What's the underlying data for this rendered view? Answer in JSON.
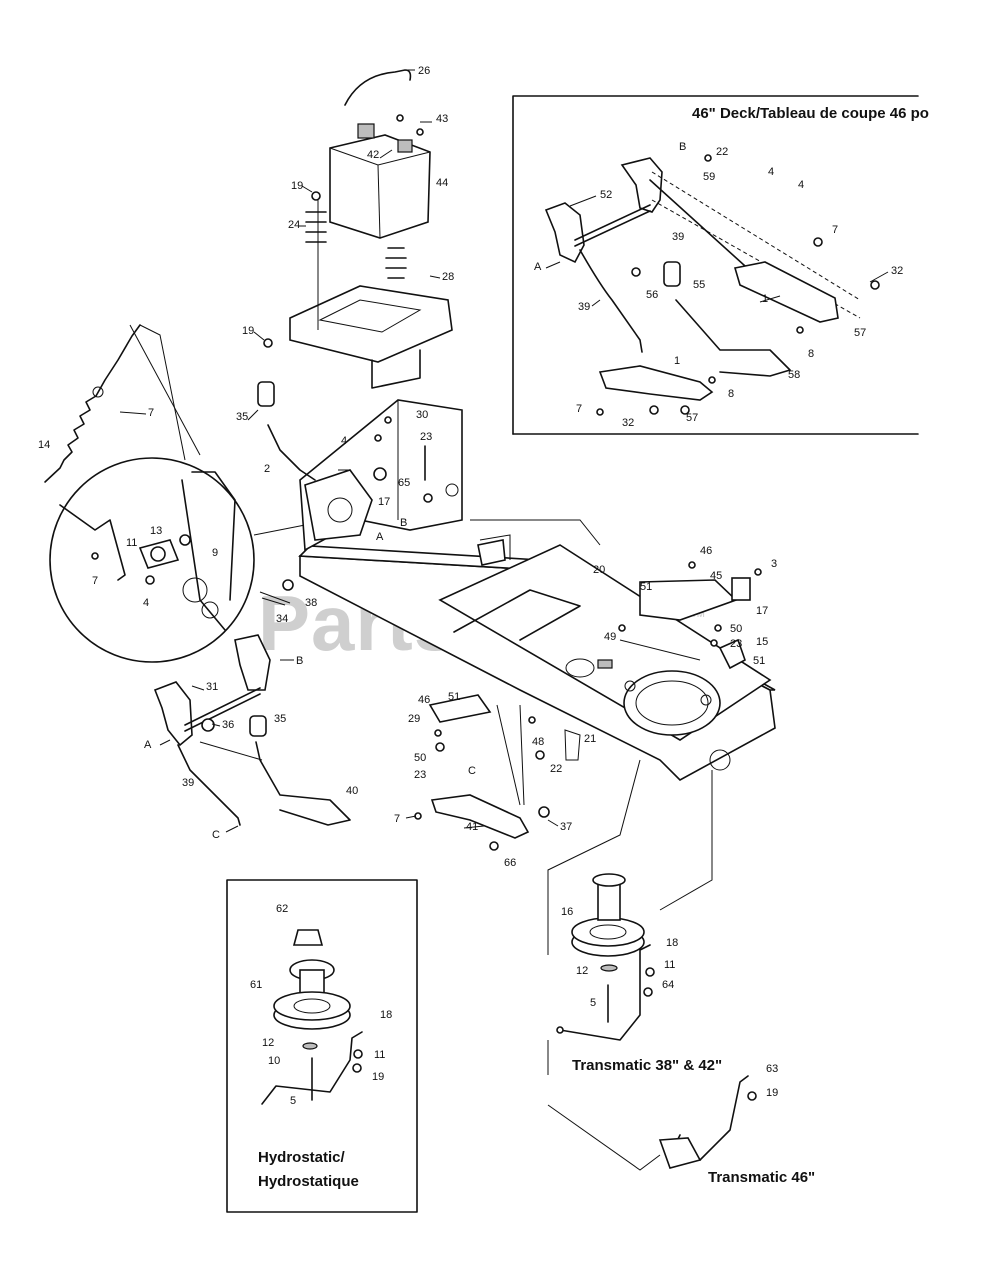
{
  "watermark": {
    "text": "PartsTree",
    "tm": "™"
  },
  "boxes": {
    "deck46": {
      "title": "46\" Deck/Tableau de coupe 46 po"
    },
    "hydrostatic": {
      "line1": "Hydrostatic/",
      "line2": "Hydrostatique"
    },
    "transmatic3842": {
      "title": "Transmatic 38\" & 42\""
    },
    "transmatic46": {
      "title": "Transmatic 46\""
    }
  },
  "callouts": [
    {
      "id": "c26",
      "text": "26"
    },
    {
      "id": "c43",
      "text": "43"
    },
    {
      "id": "c42",
      "text": "42"
    },
    {
      "id": "c44",
      "text": "44"
    },
    {
      "id": "c19a",
      "text": "19"
    },
    {
      "id": "c24",
      "text": "24"
    },
    {
      "id": "c28",
      "text": "28"
    },
    {
      "id": "c19b",
      "text": "19"
    },
    {
      "id": "c7a",
      "text": "7"
    },
    {
      "id": "c14",
      "text": "14"
    },
    {
      "id": "c35a",
      "text": "35"
    },
    {
      "id": "c30",
      "text": "30"
    },
    {
      "id": "c4a",
      "text": "4"
    },
    {
      "id": "c23a",
      "text": "23"
    },
    {
      "id": "c2",
      "text": "2"
    },
    {
      "id": "c17a",
      "text": "17"
    },
    {
      "id": "c65",
      "text": "65"
    },
    {
      "id": "cBa",
      "text": "B"
    },
    {
      "id": "cAa",
      "text": "A"
    },
    {
      "id": "c13",
      "text": "13"
    },
    {
      "id": "c11a",
      "text": "11"
    },
    {
      "id": "c9",
      "text": "9"
    },
    {
      "id": "c7b",
      "text": "7"
    },
    {
      "id": "c4b",
      "text": "4"
    },
    {
      "id": "c34",
      "text": "34"
    },
    {
      "id": "c38",
      "text": "38"
    },
    {
      "id": "c20",
      "text": "20"
    },
    {
      "id": "c46a",
      "text": "46"
    },
    {
      "id": "c3",
      "text": "3"
    },
    {
      "id": "c51a",
      "text": "51"
    },
    {
      "id": "c45",
      "text": "45"
    },
    {
      "id": "c17b",
      "text": "17"
    },
    {
      "id": "c49",
      "text": "49"
    },
    {
      "id": "c50a",
      "text": "50"
    },
    {
      "id": "c23b",
      "text": "23"
    },
    {
      "id": "c15",
      "text": "15"
    },
    {
      "id": "c51b",
      "text": "51"
    },
    {
      "id": "cBb",
      "text": "B"
    },
    {
      "id": "c31",
      "text": "31"
    },
    {
      "id": "c36",
      "text": "36"
    },
    {
      "id": "c35b",
      "text": "35"
    },
    {
      "id": "cAb",
      "text": "A"
    },
    {
      "id": "c46b",
      "text": "46"
    },
    {
      "id": "c51c",
      "text": "51"
    },
    {
      "id": "c29",
      "text": "29"
    },
    {
      "id": "c50b",
      "text": "50"
    },
    {
      "id": "c23c",
      "text": "23"
    },
    {
      "id": "c48",
      "text": "48"
    },
    {
      "id": "c22a",
      "text": "22"
    },
    {
      "id": "c21",
      "text": "21"
    },
    {
      "id": "c39a",
      "text": "39"
    },
    {
      "id": "c40",
      "text": "40"
    },
    {
      "id": "cC",
      "text": "C"
    },
    {
      "id": "cCb",
      "text": "C"
    },
    {
      "id": "c7c",
      "text": "7"
    },
    {
      "id": "c41",
      "text": "41"
    },
    {
      "id": "c37",
      "text": "37"
    },
    {
      "id": "c66",
      "text": "66"
    },
    {
      "id": "dB",
      "text": "B"
    },
    {
      "id": "d22",
      "text": "22"
    },
    {
      "id": "d4a",
      "text": "4"
    },
    {
      "id": "d59",
      "text": "59"
    },
    {
      "id": "d4b",
      "text": "4"
    },
    {
      "id": "d52",
      "text": "52"
    },
    {
      "id": "d7",
      "text": "7"
    },
    {
      "id": "d39a",
      "text": "39"
    },
    {
      "id": "dA",
      "text": "A"
    },
    {
      "id": "d56",
      "text": "56"
    },
    {
      "id": "d55",
      "text": "55"
    },
    {
      "id": "d1a",
      "text": "1"
    },
    {
      "id": "d32a",
      "text": "32"
    },
    {
      "id": "d57a",
      "text": "57"
    },
    {
      "id": "d39b",
      "text": "39"
    },
    {
      "id": "d8a",
      "text": "8"
    },
    {
      "id": "d58",
      "text": "58"
    },
    {
      "id": "d1b",
      "text": "1"
    },
    {
      "id": "d8b",
      "text": "8"
    },
    {
      "id": "d7b",
      "text": "7"
    },
    {
      "id": "d32b",
      "text": "32"
    },
    {
      "id": "d57b",
      "text": "57"
    },
    {
      "id": "h62",
      "text": "62"
    },
    {
      "id": "h61",
      "text": "61"
    },
    {
      "id": "h18",
      "text": "18"
    },
    {
      "id": "h12",
      "text": "12"
    },
    {
      "id": "h10",
      "text": "10"
    },
    {
      "id": "h11",
      "text": "11"
    },
    {
      "id": "h19",
      "text": "19"
    },
    {
      "id": "h5",
      "text": "5"
    },
    {
      "id": "t16",
      "text": "16"
    },
    {
      "id": "t18",
      "text": "18"
    },
    {
      "id": "t12",
      "text": "12"
    },
    {
      "id": "t11",
      "text": "11"
    },
    {
      "id": "t64",
      "text": "64"
    },
    {
      "id": "t5",
      "text": "5"
    },
    {
      "id": "t63",
      "text": "63"
    },
    {
      "id": "t19",
      "text": "19"
    }
  ]
}
